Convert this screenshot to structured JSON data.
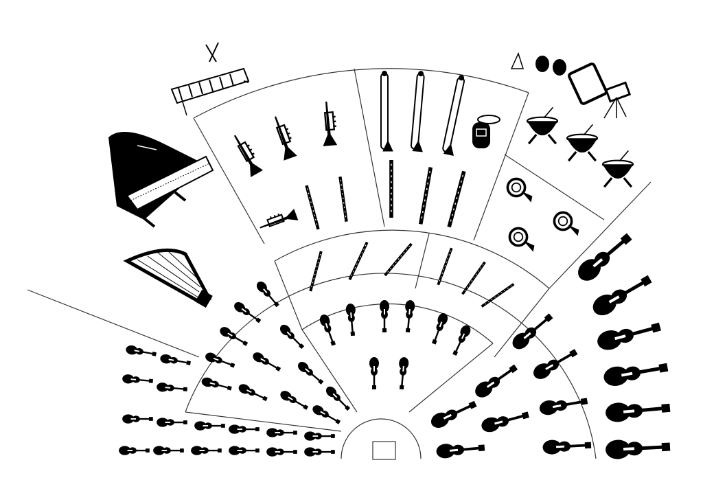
{
  "diagram": {
    "type": "orchestra-seating-chart",
    "colors": {
      "ink": "#000000",
      "background": "#ffffff",
      "line": "#333333"
    },
    "sections": [
      {
        "id": "first-violins",
        "icon": "violin-icon",
        "count": 16
      },
      {
        "id": "second-violins",
        "icon": "violin-icon",
        "count": 12
      },
      {
        "id": "violas",
        "icon": "viola-icon",
        "count": 8
      },
      {
        "id": "cellos",
        "icon": "cello-icon",
        "count": 8
      },
      {
        "id": "double-basses",
        "icon": "double-bass-icon",
        "count": 6
      },
      {
        "id": "flutes-oboes",
        "icon": "flute-icon",
        "count": 3
      },
      {
        "id": "clarinets",
        "icon": "clarinet-icon",
        "count": 3
      },
      {
        "id": "trumpets",
        "icon": "trumpet-icon",
        "count": 3
      },
      {
        "id": "saxophone-clarinets",
        "icon": "saxophone-icon",
        "count": 3
      },
      {
        "id": "trombones",
        "icon": "trombone-icon",
        "count": 3
      },
      {
        "id": "tuba",
        "icon": "tuba-icon",
        "count": 1
      },
      {
        "id": "bassoons",
        "icon": "bassoon-icon",
        "count": 3
      },
      {
        "id": "french-horns",
        "icon": "french-horn-icon",
        "count": 4
      },
      {
        "id": "timpani",
        "icon": "timpani-icon",
        "count": 3
      },
      {
        "id": "percussion",
        "icon": "percussion-icon",
        "count": 4
      },
      {
        "id": "piano",
        "icon": "grand-piano-icon",
        "count": 1
      },
      {
        "id": "harp",
        "icon": "harp-icon",
        "count": 1
      },
      {
        "id": "xylophone",
        "icon": "xylophone-icon",
        "count": 1
      },
      {
        "id": "conductor-podium",
        "icon": "podium-icon",
        "count": 1
      }
    ]
  }
}
